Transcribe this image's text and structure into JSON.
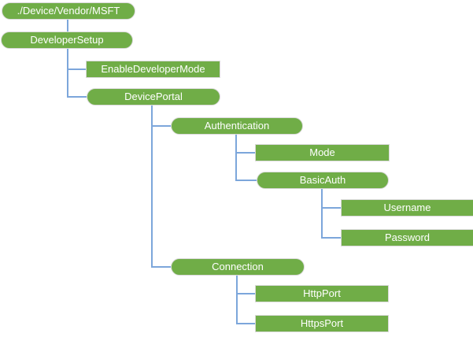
{
  "diagram_type": "tree",
  "colors": {
    "node_fill": "#70AD47",
    "node_text": "#FFFFFF",
    "node_border": "#D9D9D9",
    "connector": "#7CA6DB",
    "background": "#FFFFFF"
  },
  "nodes": [
    {
      "id": "msft",
      "label": "./Device/Vendor/MSFT",
      "shape": "pill",
      "parent": null
    },
    {
      "id": "developer-setup",
      "label": "DeveloperSetup",
      "shape": "pill",
      "parent": "msft"
    },
    {
      "id": "enable-developer-mode",
      "label": "EnableDeveloperMode",
      "shape": "rect",
      "parent": "developer-setup"
    },
    {
      "id": "device-portal",
      "label": "DevicePortal",
      "shape": "pill",
      "parent": "developer-setup"
    },
    {
      "id": "authentication",
      "label": "Authentication",
      "shape": "pill",
      "parent": "device-portal"
    },
    {
      "id": "mode",
      "label": "Mode",
      "shape": "rect",
      "parent": "authentication"
    },
    {
      "id": "basic-auth",
      "label": "BasicAuth",
      "shape": "pill",
      "parent": "authentication"
    },
    {
      "id": "username",
      "label": "Username",
      "shape": "rect",
      "parent": "basic-auth"
    },
    {
      "id": "password",
      "label": "Password",
      "shape": "rect",
      "parent": "basic-auth"
    },
    {
      "id": "connection",
      "label": "Connection",
      "shape": "pill",
      "parent": "device-portal"
    },
    {
      "id": "http-port",
      "label": "HttpPort",
      "shape": "rect",
      "parent": "connection"
    },
    {
      "id": "https-port",
      "label": "HttpsPort",
      "shape": "rect",
      "parent": "connection"
    }
  ]
}
